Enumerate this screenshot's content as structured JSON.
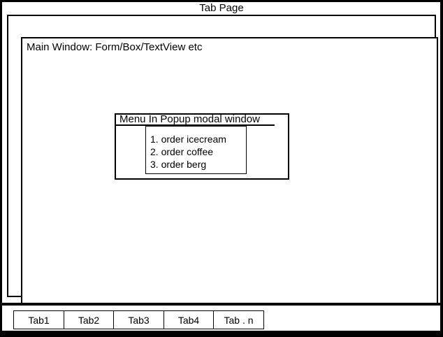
{
  "page": {
    "title": "Tab Page"
  },
  "main_window": {
    "label": "Main Window: Form/Box/TextView etc"
  },
  "popup": {
    "title": "Menu In Popup modal window",
    "items": [
      "1. order icecream",
      "2. order coffee",
      "3. order berg"
    ]
  },
  "tab_bar": {
    "tabs": [
      {
        "label": "Tab1"
      },
      {
        "label": "Tab2"
      },
      {
        "label": "Tab3"
      },
      {
        "label": "Tab4"
      },
      {
        "label": "Tab . n"
      }
    ]
  },
  "colors": {
    "ink": "#000000",
    "background": "#ffffff"
  }
}
